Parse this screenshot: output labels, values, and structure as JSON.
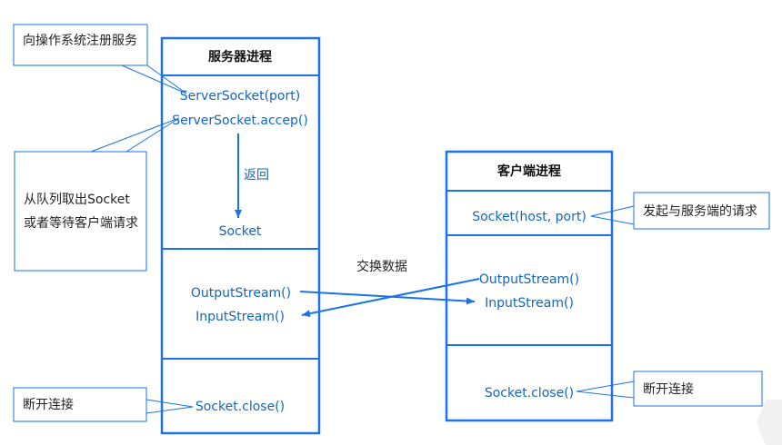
{
  "server": {
    "title": "服务器进程",
    "server_socket": "ServerSocket(port)",
    "accept": "ServerSocket.accep()",
    "return_label": "返回",
    "socket": "Socket",
    "output_stream": "OutputStream()",
    "input_stream": "InputStream()",
    "close": "Socket.close()"
  },
  "client": {
    "title": "客户端进程",
    "socket": "Socket(host, port)",
    "output_stream": "OutputStream()",
    "input_stream": "InputStream()",
    "close": "Socket.close()"
  },
  "exchange_label": "交换数据",
  "notes": {
    "register": "向操作系统注册服务",
    "dequeue_line1": "从队列取出Socket",
    "dequeue_line2": "或者等待客户端请求",
    "server_disconnect": "断开连接",
    "client_request": "发起与服务端的请求",
    "client_disconnect": "断开连接"
  },
  "colors": {
    "accent": "#1a73e8",
    "text": "#1565c0"
  }
}
